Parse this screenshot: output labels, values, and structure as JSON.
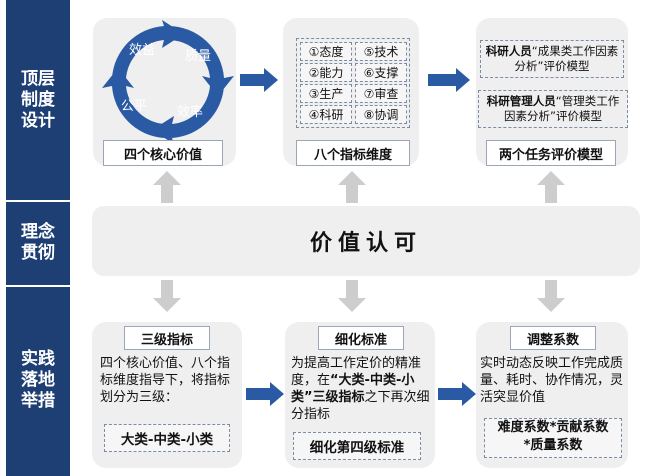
{
  "sidebar": {
    "top": [
      "顶层",
      "制度",
      "设计"
    ],
    "middle": [
      "理念",
      "贯彻"
    ],
    "bottom": [
      "实践",
      "落地",
      "举措"
    ]
  },
  "cycle": {
    "items": [
      "效益",
      "质量",
      "效率",
      "公平"
    ],
    "caption": "四个核心价值"
  },
  "indicators": {
    "items": [
      "①态度",
      "⑤技术",
      "②能力",
      "⑥支撑",
      "③生产",
      "⑦审查",
      "④科研",
      "⑧协调"
    ],
    "caption": "八个指标维度"
  },
  "models": {
    "model1_role": "科研人员",
    "model1_rest": "“成果类工作因素分析”评价模型",
    "model2_role": "科研管理人员",
    "model2_rest": "“管理类工作因素分析”评价模型",
    "caption": "两个任务评价模型"
  },
  "center": {
    "title": "价值认可"
  },
  "levels": {
    "title": "三级指标",
    "text": "四个核心价值、八个指标维度指导下，将指标划分为三级：",
    "highlight": "大类-中类-小类"
  },
  "refine": {
    "title": "细化标准",
    "text_a": "为提高工作定价的精准度，在",
    "text_b": "“大类-中类-小类”三级指标",
    "text_c": "之下再次细分指标",
    "highlight": "细化第四级标准"
  },
  "adjust": {
    "title": "调整系数",
    "text": "实时动态反映工作完成质量、耗时、协作情况，灵活突显价值",
    "highlight_line1": "难度系数*贡献系数",
    "highlight_line2": "*质量系数"
  },
  "colors": {
    "sidebar": "#1e3f73",
    "cycle": "#2a5aa3",
    "arrow": "#2a5aa3",
    "updown_arrow": "#cdcdcd"
  }
}
